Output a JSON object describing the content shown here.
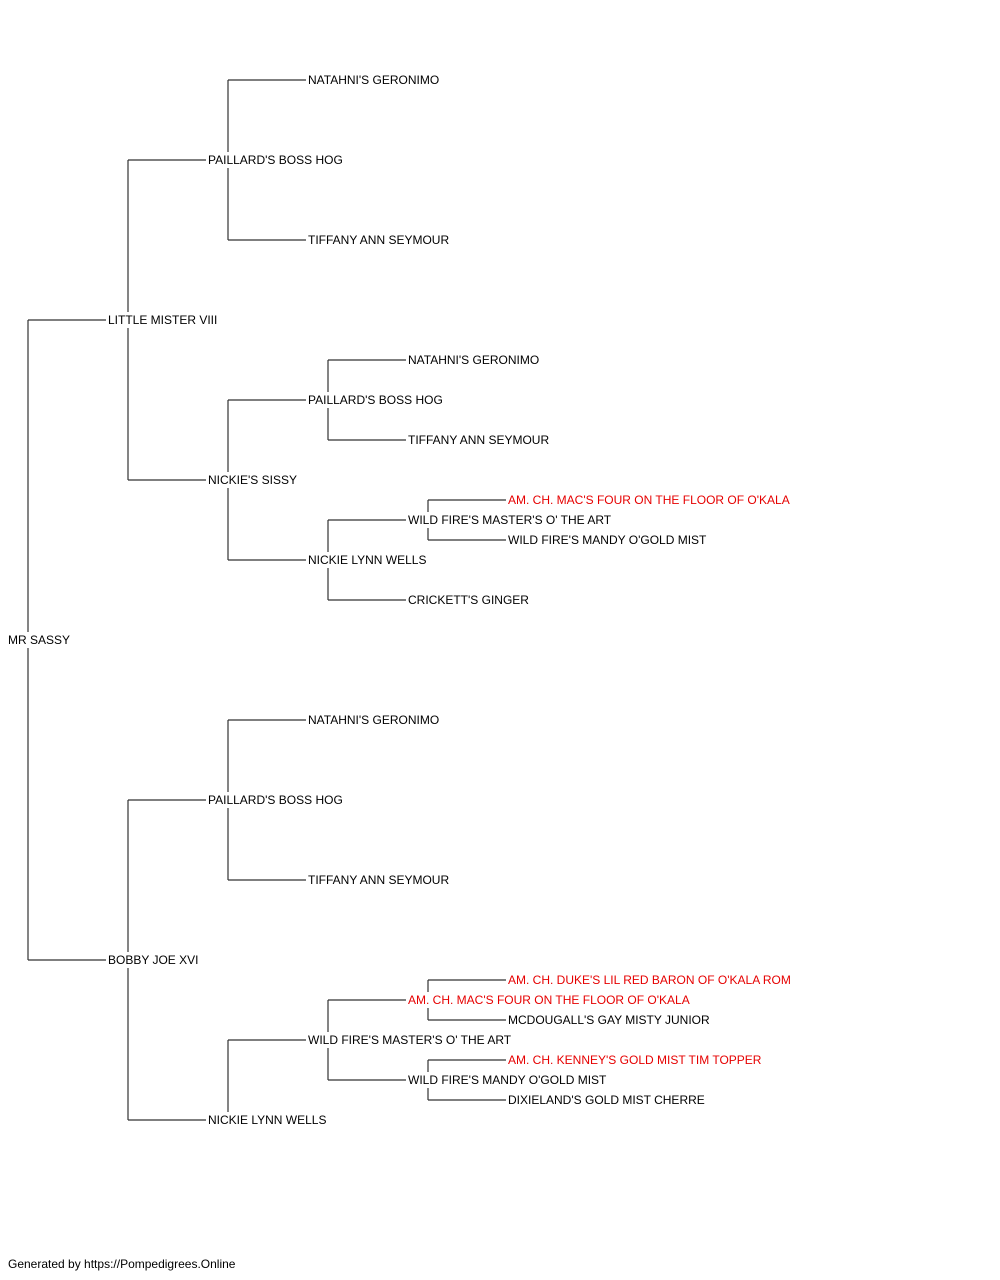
{
  "colors": {
    "normal": "#000000",
    "champion": "#e60000",
    "line": "#333333"
  },
  "footer": "Generated by https://Pompedigrees.Online",
  "pedigree": {
    "name": "MR SASSY",
    "sire": {
      "name": "LITTLE MISTER VIII",
      "sire": {
        "name": "PAILLARD'S BOSS HOG",
        "sire": {
          "name": "NATAHNI'S GERONIMO"
        },
        "dam": {
          "name": "TIFFANY ANN SEYMOUR"
        }
      },
      "dam": {
        "name": "NICKIE'S SISSY",
        "sire": {
          "name": "PAILLARD'S BOSS HOG",
          "sire": {
            "name": "NATAHNI'S GERONIMO"
          },
          "dam": {
            "name": "TIFFANY ANN SEYMOUR"
          }
        },
        "dam": {
          "name": "NICKIE LYNN WELLS",
          "sire": {
            "name": "WILD FIRE'S MASTER'S O' THE ART",
            "sire": {
              "name": "AM. CH. MAC'S FOUR ON THE FLOOR OF O'KALA",
              "champion": true
            },
            "dam": {
              "name": "WILD FIRE'S MANDY O'GOLD MIST"
            }
          },
          "dam": {
            "name": "CRICKETT'S GINGER"
          }
        }
      }
    },
    "dam": {
      "name": "BOBBY JOE XVI",
      "sire": {
        "name": "PAILLARD'S BOSS HOG",
        "sire": {
          "name": "NATAHNI'S GERONIMO"
        },
        "dam": {
          "name": "TIFFANY ANN SEYMOUR"
        }
      },
      "dam": {
        "name": "NICKIE LYNN WELLS",
        "sire": {
          "name": "WILD FIRE'S MASTER'S O' THE ART",
          "sire": {
            "name": "AM. CH. MAC'S FOUR ON THE FLOOR OF O'KALA",
            "champion": true,
            "sire": {
              "name": "AM. CH. DUKE'S LIL RED BARON OF O'KALA ROM",
              "champion": true
            },
            "dam": {
              "name": "MCDOUGALL'S GAY MISTY JUNIOR"
            }
          },
          "dam": {
            "name": "WILD FIRE'S MANDY O'GOLD MIST",
            "sire": {
              "name": "AM. CH. KENNEY'S GOLD MIST TIM TOPPER",
              "champion": true
            },
            "dam": {
              "name": "DIXIELAND'S GOLD MIST CHERRE"
            }
          }
        }
      },
      "dam_unused": null
    }
  }
}
